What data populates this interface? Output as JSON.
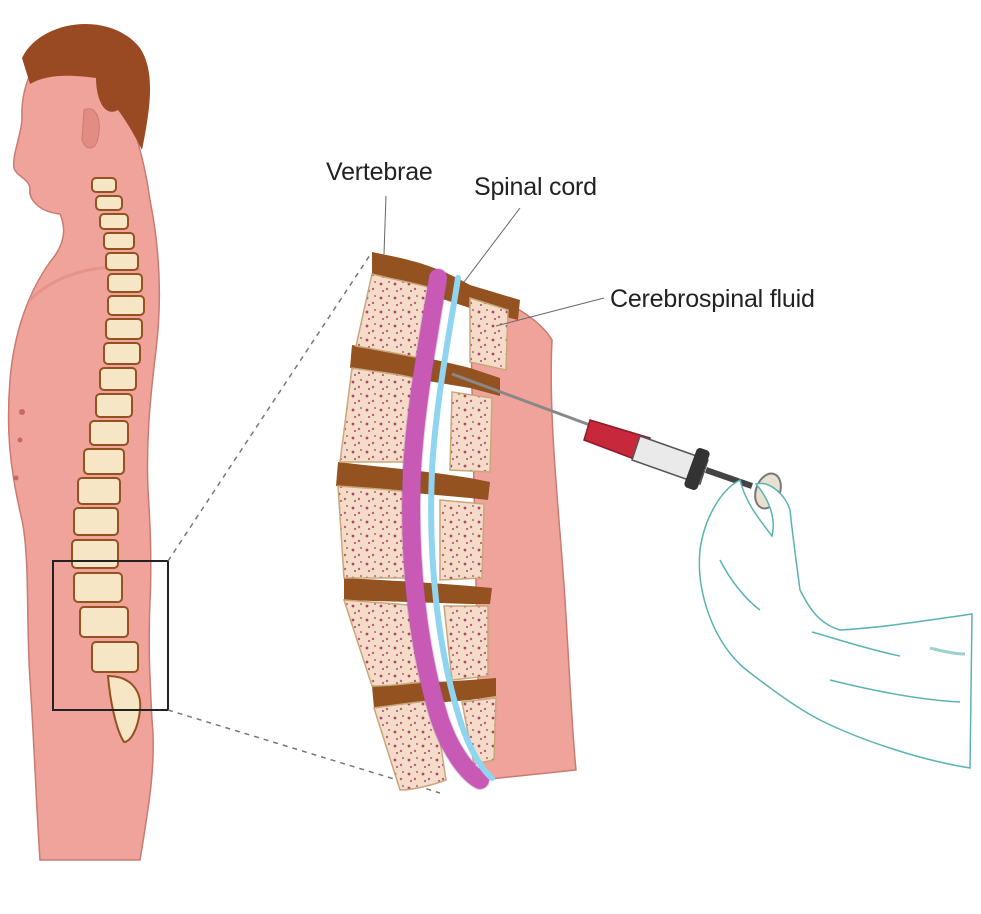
{
  "labels": {
    "vertebrae": "Vertebrae",
    "spinal_cord": "Spinal cord",
    "csf": "Cerebrospinal fluid"
  },
  "colors": {
    "skin": "#f0a39a",
    "skin_dark": "#dd857d",
    "hair": "#9a4a22",
    "bone": "#f7e6c6",
    "disc": "#93521f",
    "cord": "#e25fba",
    "fluid": "#8fd5f0",
    "marrow": "#b0456a",
    "syringe_red": "#c8283c",
    "glove": "#5ab3b0",
    "zoom_line": "#777777"
  },
  "icons": [
    "syringe-icon",
    "gloved-hand-icon"
  ]
}
